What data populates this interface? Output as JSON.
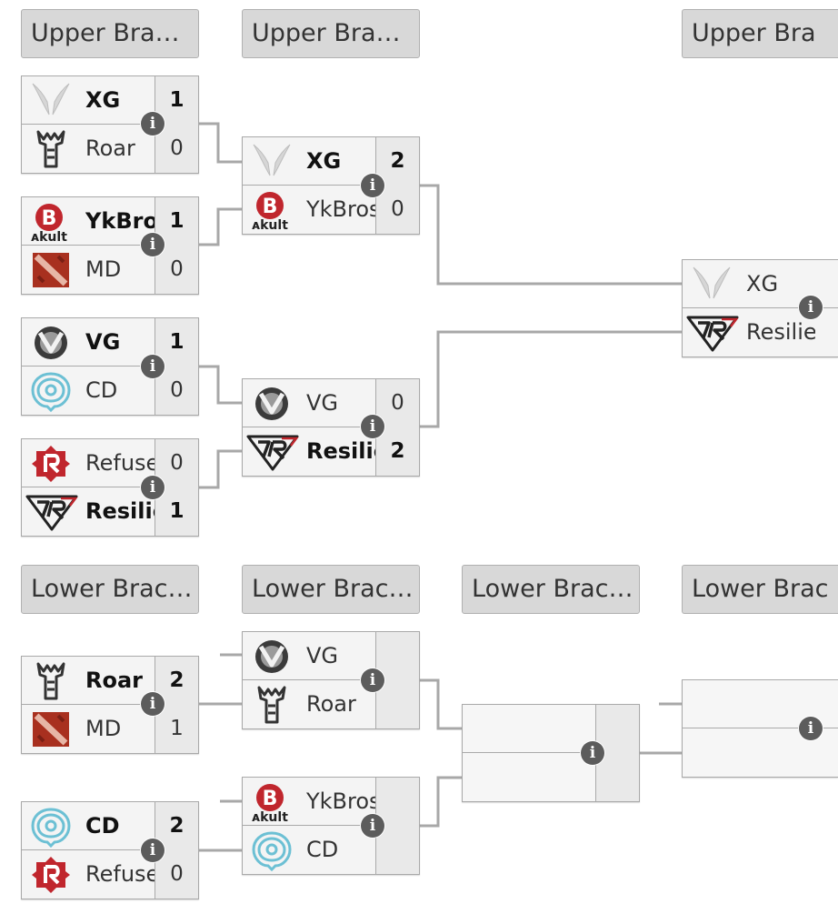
{
  "headers": {
    "ub_r1": "Upper Bra…",
    "ub_r2": "Upper Bra…",
    "ub_r3": "Upper Bra",
    "lb_r1": "Lower Brac…",
    "lb_r2": "Lower Brac…",
    "lb_r3": "Lower Brac…",
    "lb_r4": "Lower Brac"
  },
  "info_symbol": "i",
  "matches": {
    "ub1": {
      "top": {
        "name": "XG",
        "score": "1",
        "logo": "xg-logo"
      },
      "bottom": {
        "name": "Roar",
        "score": "0",
        "logo": "roar-logo"
      }
    },
    "ub2": {
      "top": {
        "name": "YkBros",
        "score": "1",
        "logo": "ykbros-logo"
      },
      "bottom": {
        "name": "MD",
        "score": "0",
        "logo": "md-logo"
      }
    },
    "ub3": {
      "top": {
        "name": "VG",
        "score": "1",
        "logo": "vg-logo"
      },
      "bottom": {
        "name": "CD",
        "score": "0",
        "logo": "cd-logo"
      }
    },
    "ub4": {
      "top": {
        "name": "Refuse",
        "score": "0",
        "logo": "refuse-logo"
      },
      "bottom": {
        "name": "Resilience",
        "score": "1",
        "logo": "resilience-logo"
      }
    },
    "ubs1": {
      "top": {
        "name": "XG",
        "score": "2",
        "logo": "xg-logo"
      },
      "bottom": {
        "name": "YkBros",
        "score": "0",
        "logo": "ykbros-logo"
      }
    },
    "ubs2": {
      "top": {
        "name": "VG",
        "score": "0",
        "logo": "vg-logo"
      },
      "bottom": {
        "name": "Resilience",
        "score": "2",
        "logo": "resilience-logo"
      }
    },
    "ubf": {
      "top": {
        "name": "XG",
        "score": "",
        "logo": "xg-logo"
      },
      "bottom": {
        "name": "Resilience",
        "score": "",
        "logo": "resilience-logo"
      }
    },
    "lb1": {
      "top": {
        "name": "Roar",
        "score": "2",
        "logo": "roar-logo"
      },
      "bottom": {
        "name": "MD",
        "score": "1",
        "logo": "md-logo"
      }
    },
    "lb2": {
      "top": {
        "name": "CD",
        "score": "2",
        "logo": "cd-logo"
      },
      "bottom": {
        "name": "Refuse",
        "score": "0",
        "logo": "refuse-logo"
      }
    },
    "lbq1": {
      "top": {
        "name": "VG",
        "score": "",
        "logo": "vg-logo"
      },
      "bottom": {
        "name": "Roar",
        "score": "",
        "logo": "roar-logo"
      }
    },
    "lbq2": {
      "top": {
        "name": "YkBros",
        "score": "",
        "logo": "ykbros-logo"
      },
      "bottom": {
        "name": "CD",
        "score": "",
        "logo": "cd-logo"
      }
    }
  },
  "colors": {
    "header_bg": "#d8d8d8",
    "match_bg": "#f4f4f4",
    "score_bg": "#e9e9e9",
    "line": "#a8a8a8",
    "info_bg": "#5c5c5c",
    "logo_red": "#c0262d",
    "logo_gray": "#555555",
    "logo_cyan": "#5bb8cc"
  }
}
